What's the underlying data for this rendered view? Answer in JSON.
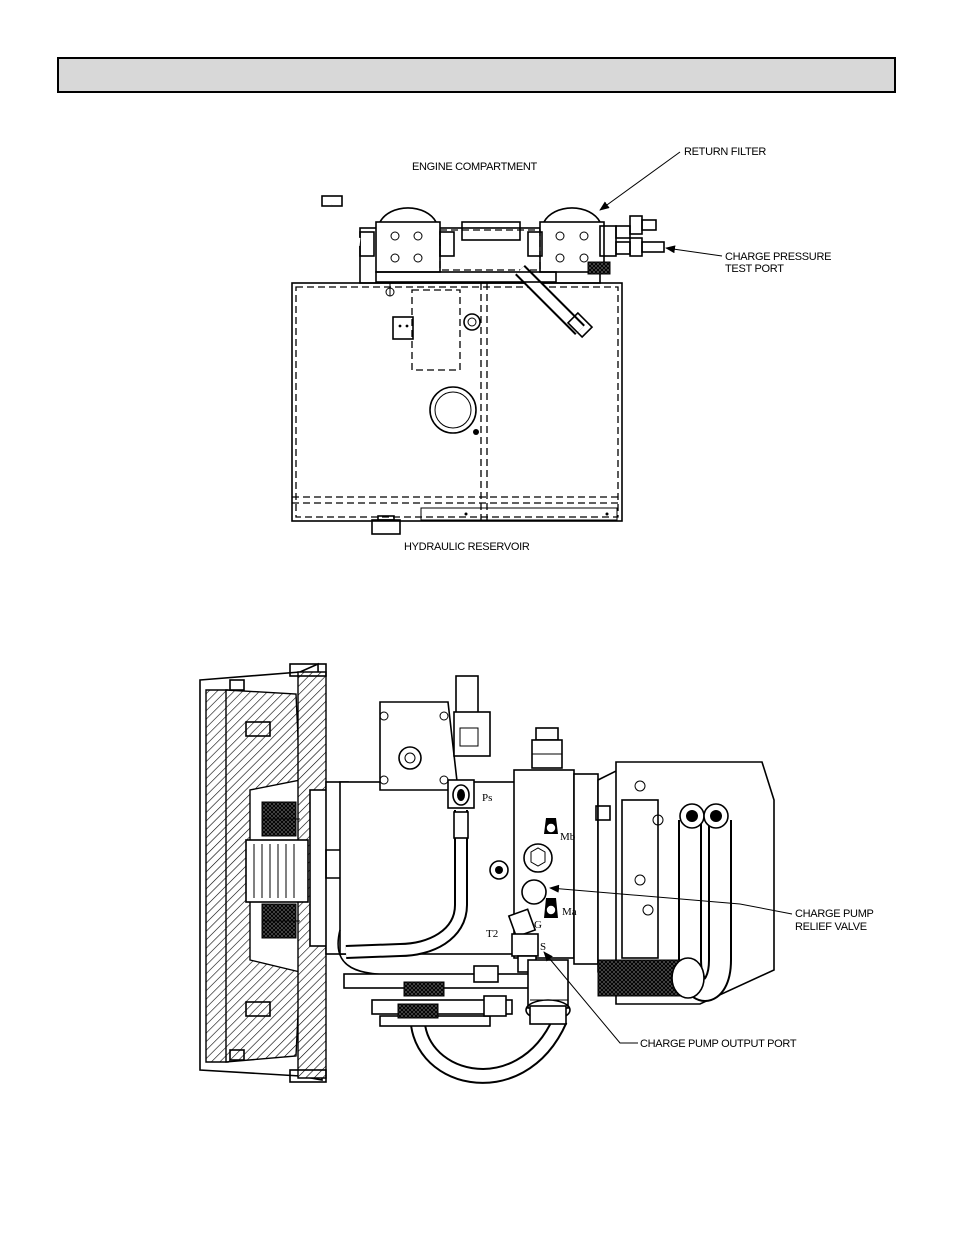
{
  "header": {
    "title": ""
  },
  "figure_top": {
    "labels": {
      "engine_compartment": "ENGINE COMPARTMENT",
      "return_filter": "RETURN FILTER",
      "charge_pressure_line1": "CHARGE PRESSURE",
      "charge_pressure_line2": "TEST PORT",
      "hydraulic_reservoir": "HYDRAULIC RESERVOIR"
    }
  },
  "figure_bottom": {
    "ports": {
      "ps": "Ps",
      "mb": "Mb",
      "ma": "Ma",
      "g": "G",
      "t2": "T2",
      "s": "S"
    },
    "labels": {
      "relief_line1": "CHARGE PUMP",
      "relief_line2": "RELIEF VALVE",
      "output_port": "CHARGE PUMP OUTPUT PORT"
    }
  }
}
